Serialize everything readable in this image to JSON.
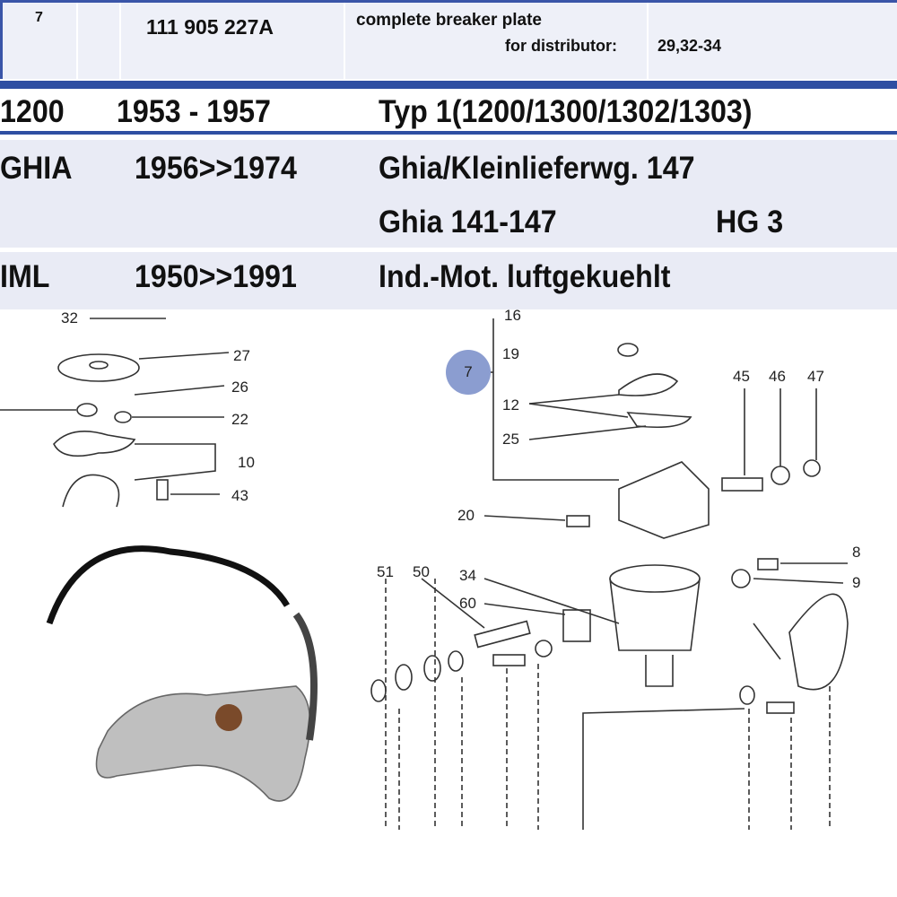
{
  "part_row": {
    "pos": "7",
    "part_no": "111 905 227A",
    "desc": "complete breaker plate",
    "for_label": "for distributor:",
    "for_value": "29,32-34"
  },
  "models": [
    {
      "code": "1200",
      "years": "1953 - 1957",
      "desc": "Typ 1(1200/1300/1302/1303)"
    },
    {
      "code": "GHIA",
      "years": "1956>>1974",
      "desc": "Ghia/Kleinlieferwg. 147",
      "desc2": "Ghia 141-147",
      "group": "HG 3"
    },
    {
      "code": "IML",
      "years": "1950>>1991",
      "desc": "Ind.-Mot. luftgekuehlt"
    }
  ],
  "diagram": {
    "badge": "7",
    "left_callouts": [
      "32",
      "27",
      "26",
      "22",
      "10",
      "43"
    ],
    "right_callouts": [
      "16",
      "19",
      "12",
      "25",
      "45",
      "46",
      "47",
      "20",
      "8",
      "9",
      "34",
      "60",
      "51",
      "50"
    ]
  }
}
